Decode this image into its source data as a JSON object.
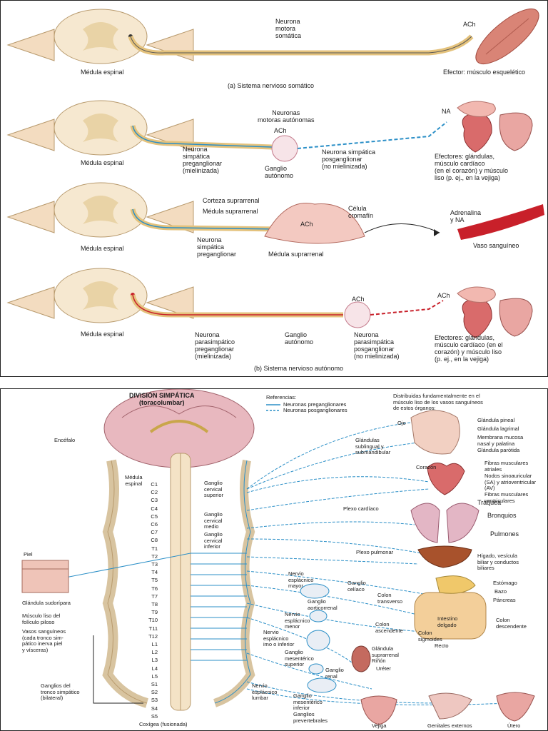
{
  "top": {
    "row1": {
      "spinal_cord": "Médula espinal",
      "neuron": "Neurona\nmotora\nsomática",
      "ach": "ACh",
      "effector": "Efector: músculo esquelético",
      "caption": "(a) Sistema nervioso somático"
    },
    "row2": {
      "spinal_cord": "Médula espinal",
      "autonomic_neurons": "Neuronas\nmotoras autónomas",
      "ach": "ACh",
      "na": "NA",
      "pre": "Neurona\nsimpática\npreganglionar\n(mielinizada)",
      "ganglion": "Ganglio\nautónomo",
      "post": "Neurona simpática\nposganglionar\n(no mielinizada)",
      "effectors": "Efectores: glándulas,\nmúsculo cardíaco\n(en el corazón) y músculo\nliso (p. ej., en la vejiga)"
    },
    "row3": {
      "spinal_cord": "Médula espinal",
      "cortex": "Corteza suprarrenal",
      "medulla": "Médula suprarrenal",
      "chromaffin": "Célula\ncromafín",
      "ach": "ACh",
      "pre": "Neurona\nsimpática\npreganglionar",
      "medulla_bottom": "Médula suprarrenal",
      "adrenaline": "Adrenalina\ny NA",
      "vessel": "Vaso sanguíneo"
    },
    "row4": {
      "spinal_cord": "Médula espinal",
      "ach_ganglion": "ACh",
      "ach_effector": "ACh",
      "pre": "Neurona\nparasimpático\npreganglionar\n(mielinizada)",
      "ganglion": "Ganglio\nautónomo",
      "post": "Neurona\nparasimpática\nposganglionar\n(no mielinizada)",
      "effectors": "Efectores: glándulas,\nmúsculo cardíaco (en el\ncorazón) y músculo liso\n(p. ej., en la vejiga)",
      "caption": "(b) Sistema nervioso autónomo"
    }
  },
  "bottom": {
    "division": "DIVISIÓN SIMPÁTICA\n(toracolumbar)",
    "legend_title": "Referencias:",
    "legend_pre": "Neuronas preganglionares",
    "legend_post": "Neuronas posganglionares",
    "distributed": "Distribuidas fundamentalmente en el\nmúsculo liso de los vasos sanguíneos\nde estos órganos:",
    "encefalo": "Encéfalo",
    "medula": "Médula\nespinal",
    "segments": [
      "C1",
      "C2",
      "C3",
      "C4",
      "C5",
      "C6",
      "C7",
      "C8",
      "T1",
      "T2",
      "T3",
      "T4",
      "T5",
      "T6",
      "T7",
      "T8",
      "T9",
      "T10",
      "T11",
      "T12",
      "L1",
      "L2",
      "L3",
      "L4",
      "L5",
      "S1",
      "S2",
      "S3",
      "S4",
      "S5"
    ],
    "ganglion_sup": "Ganglio\ncervical\nsuperior",
    "ganglion_mid": "Ganglio\ncervical\nmedio",
    "ganglion_inf": "Ganglio\ncervical\ninferior",
    "plexo_cardiaco": "Plexo cardíaco",
    "plexo_pulmonar": "Plexo pulmonar",
    "ojo": "Ojo",
    "glandulas_sub": "Glándulas\nsublingual y\nsubmandibular",
    "pineal": "Glándula pineal",
    "lagrimal": "Glándula lagrimal",
    "membrana": "Membrana mucosa\nnasal y palatina",
    "parotida": "Glándula parótida",
    "corazon": "Corazón",
    "fibras_atriales": "Fibras musculares\natriales",
    "nodos": "Nodos sinoauricular\n(SA) y atrioventricular\n(AV)",
    "fibras_ventriculares": "Fibras musculares\nventriculares",
    "traquea": "Tráquea",
    "bronquios": "Bronquios",
    "pulmones": "Pulmones",
    "piel": "Piel",
    "sudoripara": "Glándula sudorípara",
    "musculo_liso": "Músculo liso del\nfolículo piloso",
    "vasos": "Vasos sanguíneos\n(cada tronco sim-\npático inerva piel\ny vísceras)",
    "ganglios_tronco": "Ganglios del\ntronco simpático\n(bilateral)",
    "coxigea": "Coxígea (fusionada)",
    "higado": "Hígado, vesícula\nbiliar y conductos\nbiliares",
    "nervio_mayor": "Nervio\nesplácnico\nmayor",
    "ganglio_celiaco": "Ganglio\ncelíaco",
    "ganglio_aorticorrenal": "Ganglio\naorticorrenal",
    "nervio_menor": "Nervio\nesplácnico\nmenor",
    "nervio_imo": "Nervio\nesplácnico\nimo o inferior",
    "ganglio_mes_sup": "Ganglio\nmesentérico\nsuperior",
    "ganglio_renal": "Ganglio\nrenal",
    "nervio_lumbar": "Nervio\nesplácnico\nlumbar",
    "ganglio_mes_inf": "Ganglio\nmesentérico\ninferior",
    "ganglios_prev": "Ganglios\nprevertebrales",
    "estomago": "Estómago",
    "bazo": "Bazo",
    "pancreas": "Páncreas",
    "colon_transverso": "Colon\ntransverso",
    "intestino": "Intestino\ndelgado",
    "colon_ascendente": "Colon\nascendente",
    "colon_sigmoides": "Colon\nsigmoides",
    "colon_descendente": "Colon\ndescendente",
    "recto": "Recto",
    "suprarrenal": "Glándula\nsuprarrenal\nRiñón",
    "ureter": "Uréter",
    "vejiga": "Vejiga",
    "genitales": "Genitales externos",
    "utero": "Útero"
  },
  "colors": {
    "sympathetic": "#2b8fc7",
    "parasympathetic": "#c8202a",
    "myelin": "#f2d49a",
    "spinal_grey": "#f3e2c4"
  }
}
